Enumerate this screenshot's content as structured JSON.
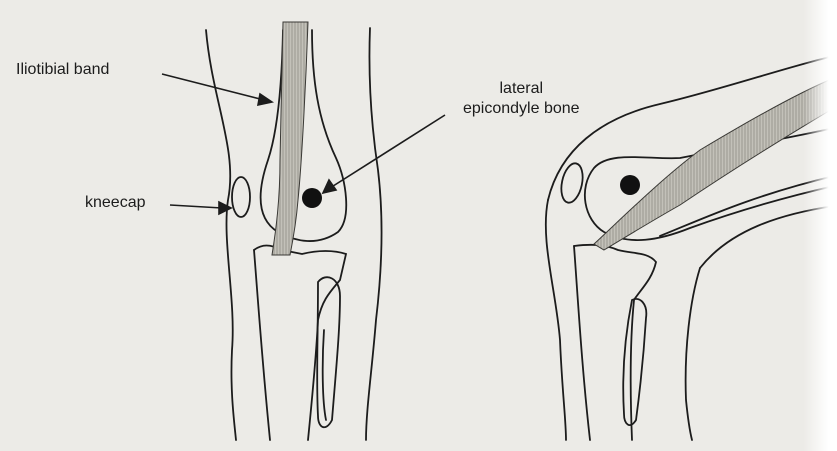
{
  "labels": {
    "iliotibial_band": "Iliotibial band",
    "kneecap": "kneecap",
    "lateral_line1": "lateral",
    "lateral_line2": "epicondyle bone"
  },
  "colors": {
    "paper": "#ecebe7",
    "ink": "#1c1c1c",
    "band_fill": "#b8b6ae"
  }
}
